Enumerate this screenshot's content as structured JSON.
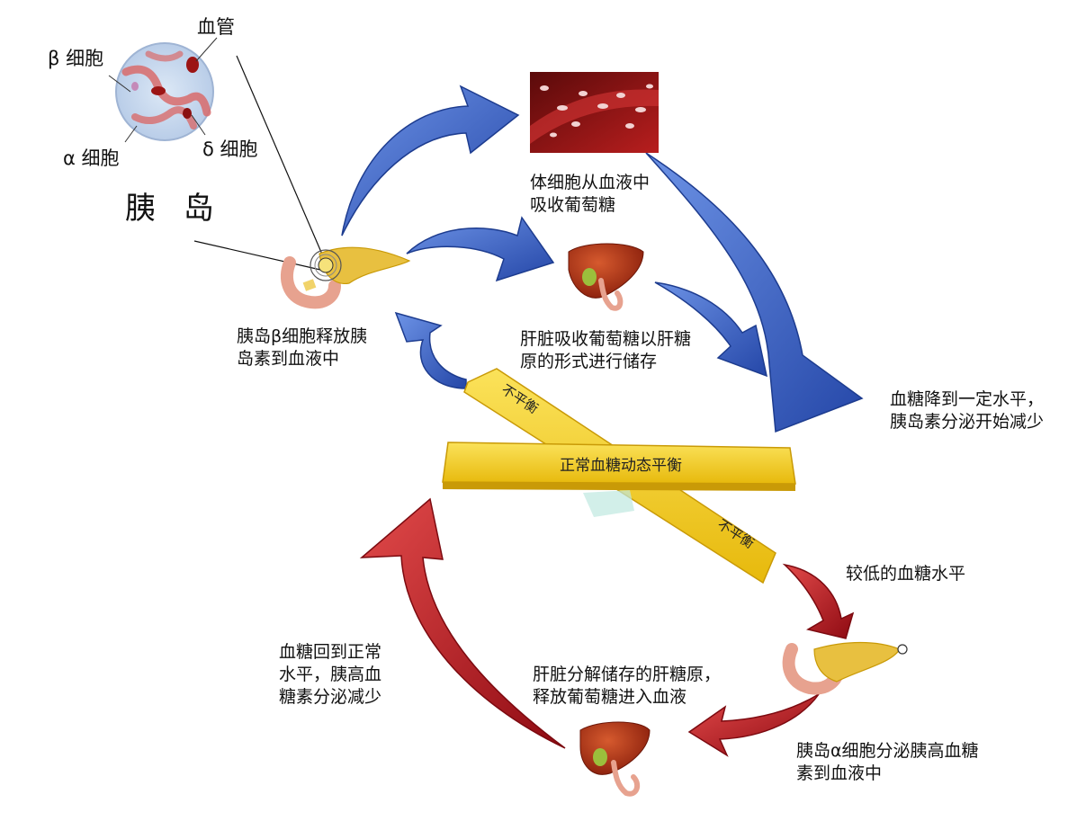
{
  "cell_labels": {
    "beta": "β 细胞",
    "vessel": "血管",
    "alpha": "α 细胞",
    "delta": "δ 细胞"
  },
  "islet_title": "胰 岛",
  "balance_bar": "正常血糖动态平衡",
  "imbalance_top": "不平衡",
  "imbalance_bottom": "不平衡",
  "steps": {
    "beta_release": "胰岛β细胞释放胰\n岛素到血液中",
    "cells_absorb": "体细胞从血液中\n吸收葡萄糖",
    "liver_store": "肝脏吸收葡萄糖以肝糖\n原的形式进行储存",
    "glucose_drop": "血糖降到一定水平，\n胰岛素分泌开始减少",
    "low_glucose": "较低的血糖水平",
    "alpha_secrete": "胰岛α细胞分泌胰高血糖\n素到血液中",
    "liver_release": "肝脏分解储存的肝糖原，\n释放葡萄糖进入血液",
    "glucose_return": "血糖回到正常\n水平，胰高血\n糖素分泌减少"
  },
  "colors": {
    "blue_arrow": "#3a63c4",
    "red_arrow": "#c0141e",
    "yellow_bar": "#f3cf1e",
    "liver": "#b83a1a"
  }
}
